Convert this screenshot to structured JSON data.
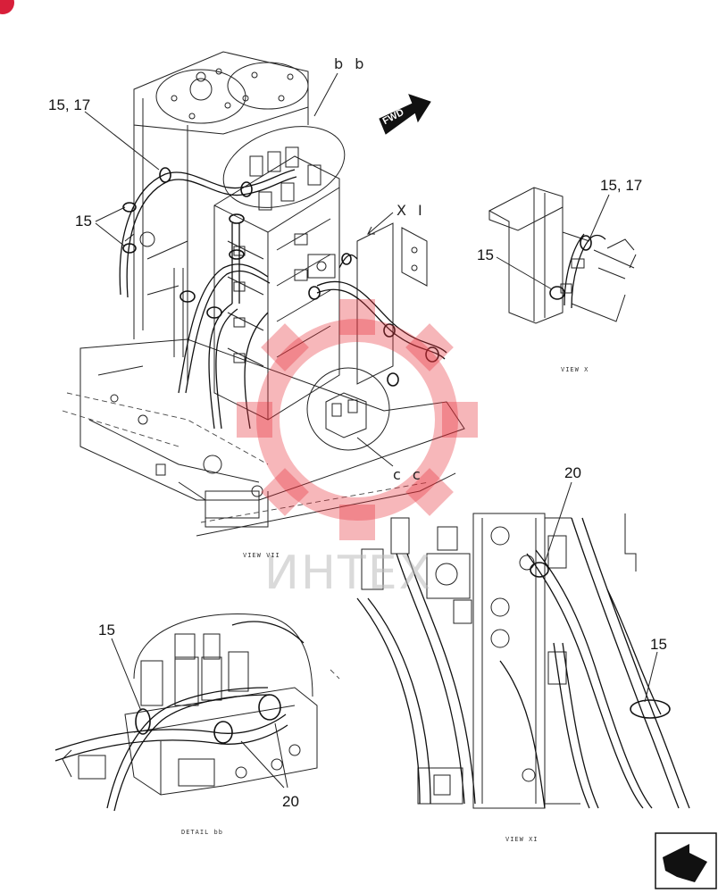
{
  "labels": {
    "main_bb_letters": "b b",
    "main_cc_letters": "c c",
    "main_xi_letters": "X I",
    "main_callout_15_17": "15, 17",
    "main_callout_15": "15",
    "fwd_arrow": "FWD",
    "viewx_callout_15_17": "15, 17",
    "viewx_callout_15": "15",
    "detailbb_callout_15": "15",
    "detailbb_callout_20": "20",
    "viewxi_callout_20": "20",
    "viewxi_callout_15": "15"
  },
  "captions": {
    "view_vii": "VIEW VII",
    "view_x": "VIEW X",
    "detail_bb": "DETAIL bb",
    "view_xi": "VIEW XI"
  },
  "watermark": {
    "text": "ИНТЕХ",
    "color": "#e8303a"
  },
  "colors": {
    "line": "#111111",
    "badge": "#d81f3a",
    "watermark_gear": "#f08088"
  },
  "icons": {
    "corner_badge": "red-circle-badge",
    "nav_arrow": "next-page-arrow-icon"
  }
}
